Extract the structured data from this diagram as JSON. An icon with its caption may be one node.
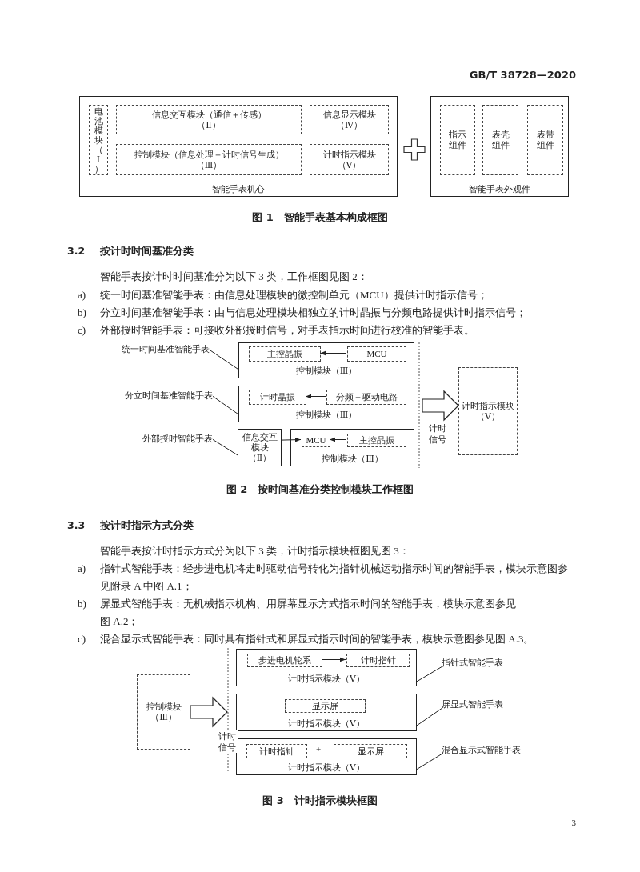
{
  "diagram": {
    "nodes": [
      {
        "text": [
          "智能手表机心"
        ]
      },
      {
        "text": [
          "电池模块（Ⅰ）"
        ],
        "in": 0
      },
      {
        "text": [
          "信息交互模块（通信＋传感）（Ⅱ）"
        ],
        "in": 0
      },
      {
        "text": [
          "信息显示模块（Ⅳ）"
        ],
        "in": 0
      },
      {
        "text": [
          "控制模块（信息处理＋计时信号生成）（Ⅲ）"
        ],
        "in": 0
      },
      {
        "text": [
          "计时指示模块（Ⅴ）"
        ],
        "in": 0
      },
      {
        "text": [
          "智能手表外观件"
        ]
      },
      {
        "text": [
          "指示组件"
        ],
        "in": 6
      },
      {
        "text": [
          "表壳组件"
        ],
        "in": 6
      },
      {
        "text": [
          "表带组件"
        ],
        "in": 6
      },
      {
        "text": [
          "统一时间基准智能手表"
        ]
      },
      {
        "text": [
          "控制模块（Ⅲ）"
        ]
      },
      {
        "text": [
          "主控晶振"
        ],
        "in": 11
      },
      {
        "text": [
          "MCU"
        ],
        "in": 11
      },
      {
        "text": [
          "分立时间基准智能手表"
        ]
      },
      {
        "text": [
          "控制模块（Ⅲ）"
        ]
      },
      {
        "text": [
          "计时晶振"
        ],
        "in": 15
      },
      {
        "text": [
          "分频＋驱动电路"
        ],
        "in": 15
      },
      {
        "text": [
          "外部授时智能手表"
        ]
      },
      {
        "text": [
          "信息交互模块（Ⅱ）"
        ]
      },
      {
        "text": [
          "控制模块（Ⅲ）"
        ]
      },
      {
        "text": [
          "MCU"
        ],
        "in": 20
      },
      {
        "text": [
          "主控晶振"
        ],
        "in": 20
      },
      {
        "text": [
          "计时指示模块（Ⅴ）"
        ]
      },
      {
        "text": [
          "控制模块（Ⅲ）"
        ]
      },
      {
        "text": [
          "计时指示模块（Ⅴ）"
        ]
      },
      {
        "text": [
          "步进电机轮系"
        ],
        "in": 25
      },
      {
        "text": [
          "计时指针"
        ],
        "in": 25
      },
      {
        "text": [
          "计时指示模块（Ⅴ）"
        ]
      },
      {
        "text": [
          "显示屏"
        ],
        "in": 28
      },
      {
        "text": [
          "计时指示模块（Ⅴ）"
        ]
      },
      {
        "text": [
          "计时指针"
        ],
        "in": 30
      },
      {
        "text": [
          "显示屏"
        ],
        "in": 30
      },
      {
        "text": [
          "指针式智能手表"
        ]
      },
      {
        "text": [
          "屏显式智能手表"
        ]
      },
      {
        "text": [
          "混合显示式智能手表"
        ]
      }
    ],
    "edges": [
      {
        "from": 10,
        "to": 11,
        "arrow": "none"
      },
      {
        "from": 13,
        "to": 12,
        "arrow": "to"
      },
      {
        "from": 14,
        "to": 15,
        "arrow": "none"
      },
      {
        "from": 17,
        "to": 16,
        "arrow": "to"
      },
      {
        "from": 18,
        "to": 19,
        "arrow": "none"
      },
      {
        "from": 19,
        "to": 21,
        "arrow": "to"
      },
      {
        "from": 22,
        "to": 21,
        "arrow": "to"
      },
      {
        "from": null,
        "to": 23,
        "arrow": "to",
        "label": "计时信号",
        "style": "thick"
      },
      {
        "from": 24,
        "to": null,
        "arrow": "to",
        "label": "计时信号",
        "style": "thick"
      },
      {
        "from": 26,
        "to": 27,
        "arrow": "to"
      },
      {
        "from": 33,
        "to": 25,
        "arrow": "none"
      },
      {
        "from": 34,
        "to": 28,
        "arrow": "none"
      },
      {
        "from": 35,
        "to": 30,
        "arrow": "none"
      }
    ],
    "labels": [
      "GB/T 38728—2020",
      "图 1　智能手表基本构成框图",
      "3.2",
      "按计时时间基准分类",
      "智能手表按计时时间基准分为以下 3 类，工作框图见图 2：",
      "a)",
      "统一时间基准智能手表：由信息处理模块的微控制单元（MCU）提供计时指示信号；",
      "b)",
      "分立时间基准智能手表：由与信息处理模块相独立的计时晶振与分频电路提供计时指示信号；",
      "c)",
      "外部授时智能手表：可接收外部授时信号，对手表指示时间进行校准的智能手表。",
      "图 2　按时间基准分类控制模块工作框图",
      "3.3",
      "按计时指示方式分类",
      "智能手表按计时指示方式分为以下 3 类，计时指示模块框图见图 3：",
      "a)",
      "指针式智能手表：经步进电机将走时驱动信号转化为指针机械运动指示时间的智能手表，模块示意图参见附录 A 中图 A.1；",
      "b)",
      "屏显式智能手表：无机械指示机构、用屏幕显示方式指示时间的智能手表，模块示意图参见图 A.2；",
      "c)",
      "混合显示式智能手表：同时具有指针式和屏显式指示时间的智能手表，模块示意图参见图 A.3。",
      "+",
      "图 3　计时指示模块框图",
      "3"
    ]
  }
}
